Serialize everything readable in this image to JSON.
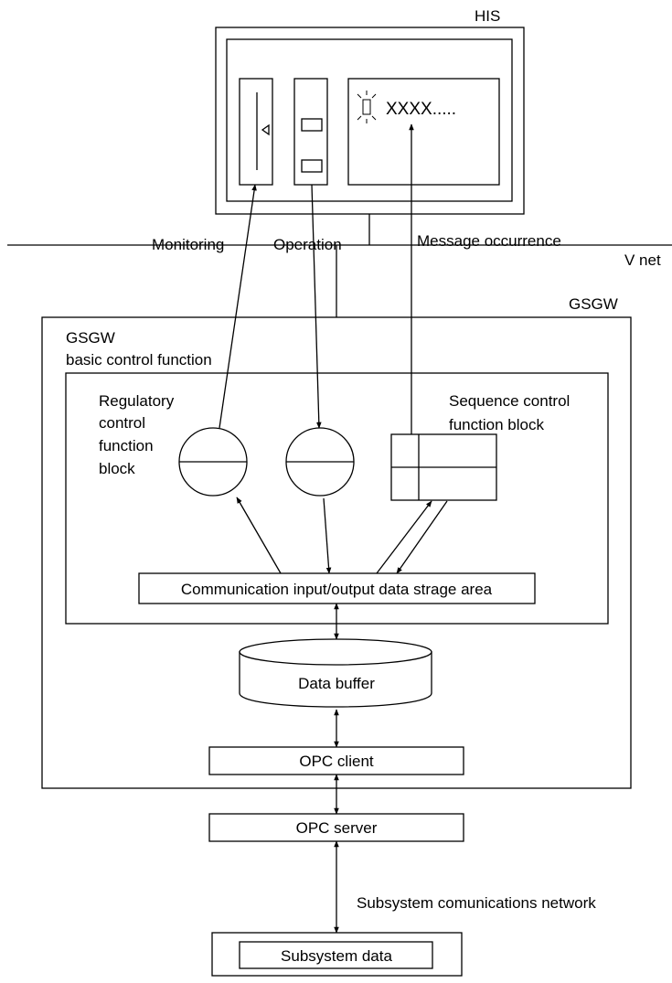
{
  "his": {
    "title": "HIS",
    "message_text": "XXXX....."
  },
  "links": {
    "monitoring": "Monitoring",
    "operation": "Operation",
    "message_occurrence": "Message occurrence",
    "vnet": "V net"
  },
  "gsgw": {
    "title": "GSGW",
    "basic_line1": "GSGW",
    "basic_line2": "basic control function",
    "regulatory": [
      "Regulatory",
      "control",
      "function",
      "block"
    ],
    "sequence": [
      "Sequence control",
      "function block"
    ],
    "comm_area": "Communication input/output data strage area",
    "data_buffer": "Data buffer",
    "opc_client": "OPC client",
    "opc_server": "OPC server"
  },
  "network": {
    "label": "Subsystem comunications network"
  },
  "subsystem": {
    "data": "Subsystem data"
  }
}
